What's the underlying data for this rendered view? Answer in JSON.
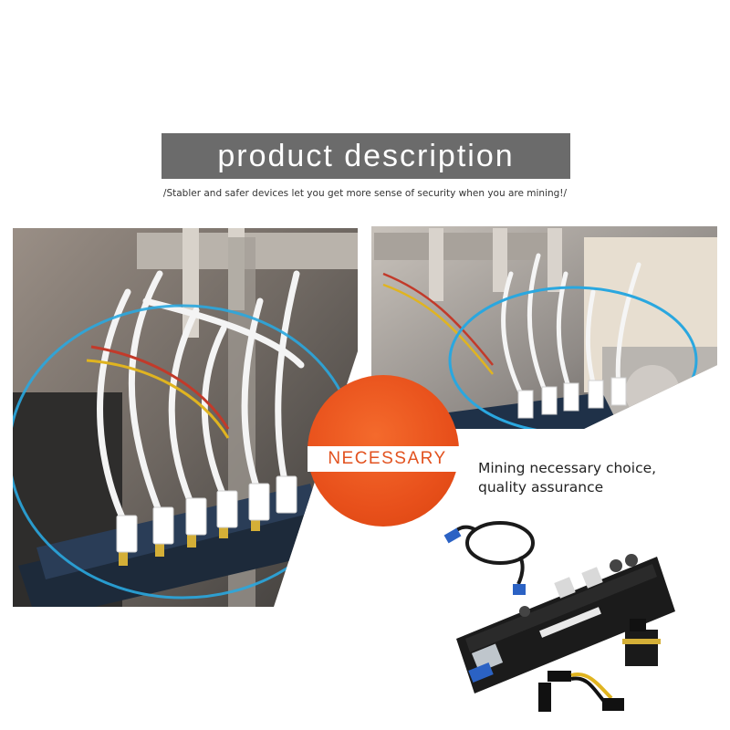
{
  "header": {
    "title": "product description",
    "subtitle": "/Stabler and safer devices let you get more sense of security when you are mining!/"
  },
  "badge": {
    "label": "NECESSARY"
  },
  "tagline": {
    "line1": "Mining necessary choice,",
    "line2": "quality assurance"
  },
  "colors": {
    "title_bar": "#6b6b6b",
    "accent_orange": "#e8501b",
    "highlight_blue": "#2aa7df"
  },
  "icons": [
    "usb-cable-icon",
    "riser-card-icon",
    "power-cable-icon",
    "adapter-board-icon"
  ]
}
